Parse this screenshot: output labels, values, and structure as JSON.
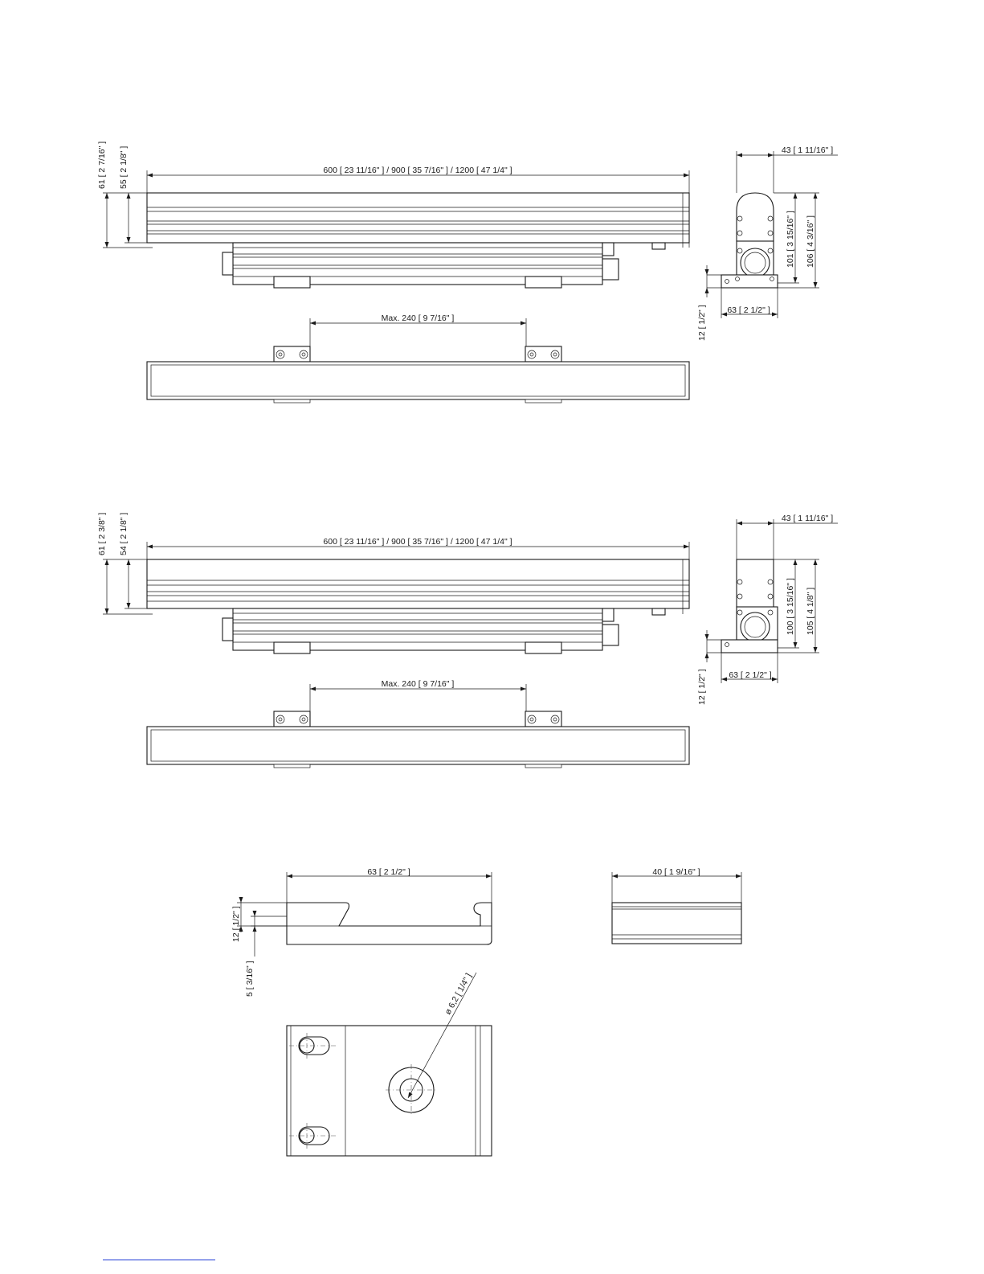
{
  "drawing_1": {
    "length_dim": "600 [ 23 11/16\" ]  / 900 [ 35 7/16\" ] / 1200 [ 47 1/4\" ]",
    "height_total": "61 [ 2 7/16\" ]",
    "height_profile": "55 [ 2 1/8\" ]",
    "bracket_spacing": "Max.  240 [ 9 7/16\" ]",
    "side_width": "43 [ 1 11/16\" ]",
    "side_height_inner": "101 [ 3 15/16\" ]",
    "side_height_total": "106 [ 4 3/16\" ]",
    "side_base_height": "12 [ 1/2\" ]",
    "side_base_width": "63 [ 2 1/2\" ]"
  },
  "drawing_2": {
    "length_dim": "600 [ 23 11/16\" ]  / 900 [ 35 7/16\" ] / 1200 [ 47 1/4\" ]",
    "height_total": "61 [ 2 3/8\" ]",
    "height_profile": "54 [ 2 1/8\" ]",
    "bracket_spacing": "Max.  240 [ 9 7/16\" ]",
    "side_width": "43 [ 1 11/16\" ]",
    "side_height_inner": "100 [ 3 15/16\" ]",
    "side_height_total": "105 [ 4 1/8\" ]",
    "side_base_height": "12 [ 1/2\" ]",
    "side_base_width": "63 [ 2 1/2\" ]"
  },
  "bracket_detail": {
    "width": "63 [ 2 1/2\" ]",
    "height": "12 [ 1/2\" ]",
    "thickness": "5 [ 3/16\" ]",
    "depth": "40 [ 1 9/16\" ]",
    "hole_diameter": "ø 6,2 [ 1/4\" ]"
  }
}
